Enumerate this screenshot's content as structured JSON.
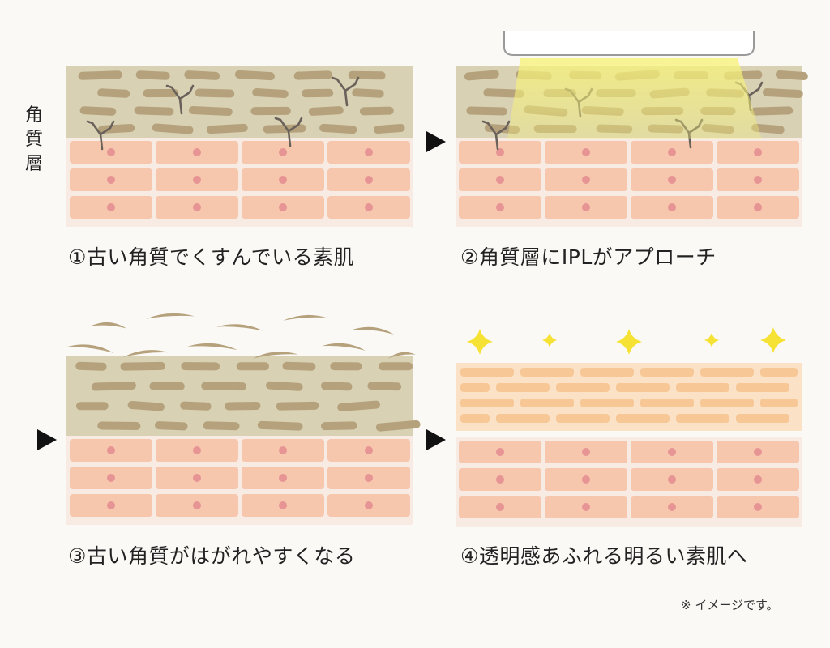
{
  "side_label": [
    "角",
    "質",
    "層"
  ],
  "panels": [
    {
      "caption": "①古い角質でくすんでいる素肌"
    },
    {
      "caption": "②角質層にIPLがアプローチ"
    },
    {
      "caption": "③古い角質がはがれやすくなる"
    },
    {
      "caption": "④透明感あふれる明るい素肌へ"
    }
  ],
  "note": "※ イメージです。",
  "colors": {
    "background": "#fbf9f6",
    "stratum_corneum": "#d8d1b4",
    "dead_cell": "#b5a27c",
    "crack": "#6a625a",
    "skin_base": "#f7ebe4",
    "skin_cell": "#f6c7ad",
    "nucleus": "#e79495",
    "bright_layer": "#fbe2c6",
    "bright_cell": "#f7c896",
    "ipl_light": "#f3f08a",
    "sparkle": "#f5e234",
    "arrow": "#111111"
  }
}
